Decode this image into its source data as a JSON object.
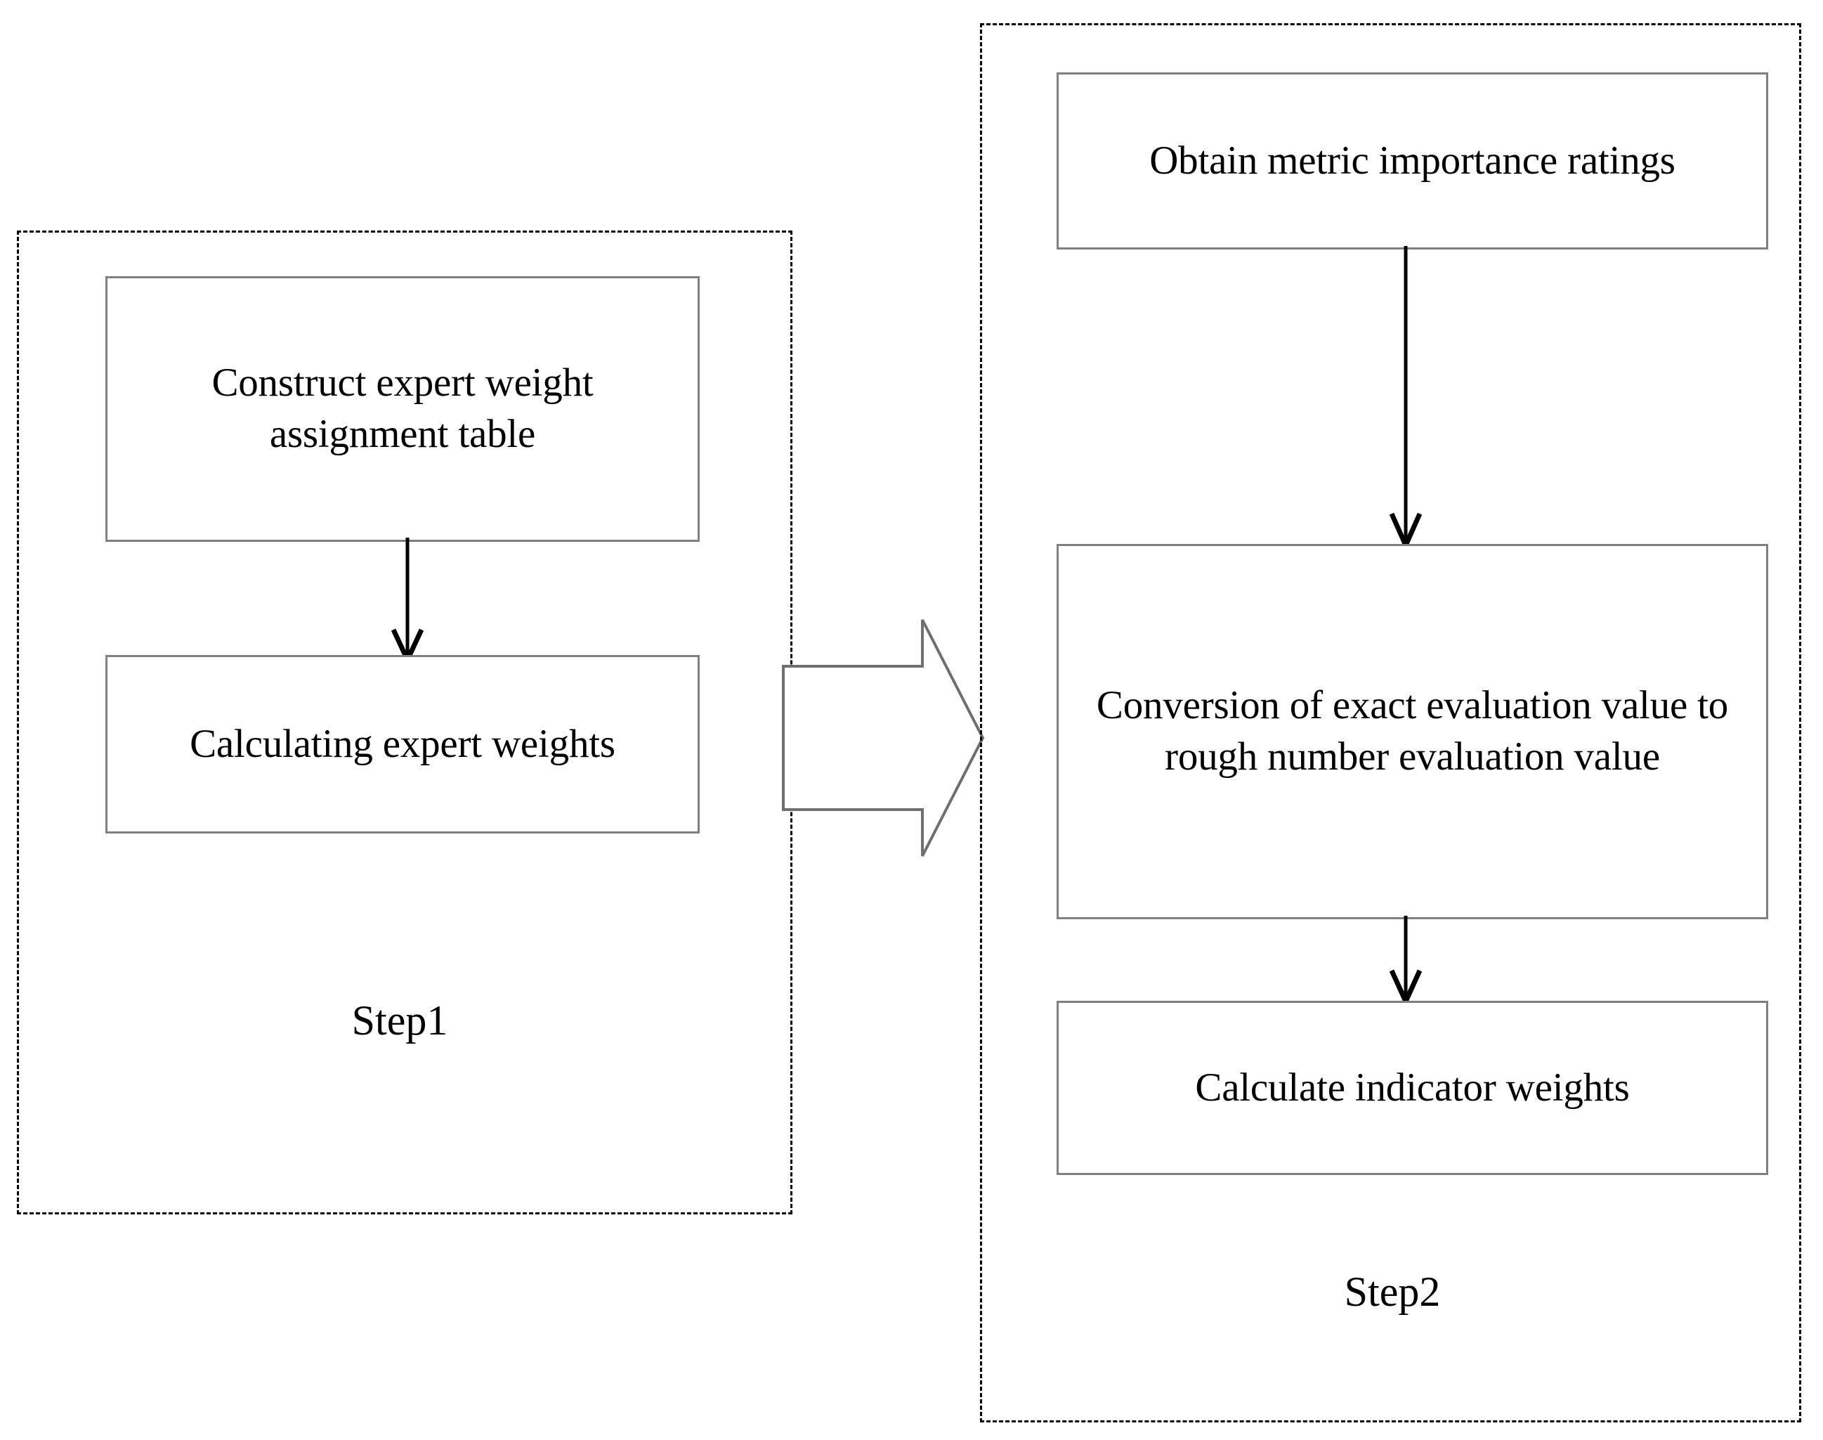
{
  "diagram": {
    "title_visible": false,
    "background": "#ffffff",
    "box_border_color": "#808080",
    "group_border_color": "#000000",
    "arrow_color": "#000000",
    "groups": [
      {
        "id": "step1",
        "label": "Step1",
        "nodes": [
          {
            "id": "construct-table",
            "text": "Construct expert weight assignment table"
          },
          {
            "id": "expert-weights",
            "text": "Calculating expert weights"
          }
        ],
        "edges": [
          {
            "from": "construct-table",
            "to": "expert-weights",
            "style": "arrow-down"
          }
        ]
      },
      {
        "id": "step2",
        "label": "Step2",
        "nodes": [
          {
            "id": "obtain-ratings",
            "text": "Obtain metric importance ratings"
          },
          {
            "id": "conversion",
            "text": "Conversion of exact evaluation value to rough number evaluation value"
          },
          {
            "id": "indicator",
            "text": "Calculate indicator weights"
          }
        ],
        "edges": [
          {
            "from": "obtain-ratings",
            "to": "conversion",
            "style": "arrow-down"
          },
          {
            "from": "conversion",
            "to": "indicator",
            "style": "arrow-down"
          }
        ]
      }
    ],
    "transition": {
      "id": "step1-to-step2",
      "shape": "block-arrow-right",
      "label": ""
    }
  }
}
